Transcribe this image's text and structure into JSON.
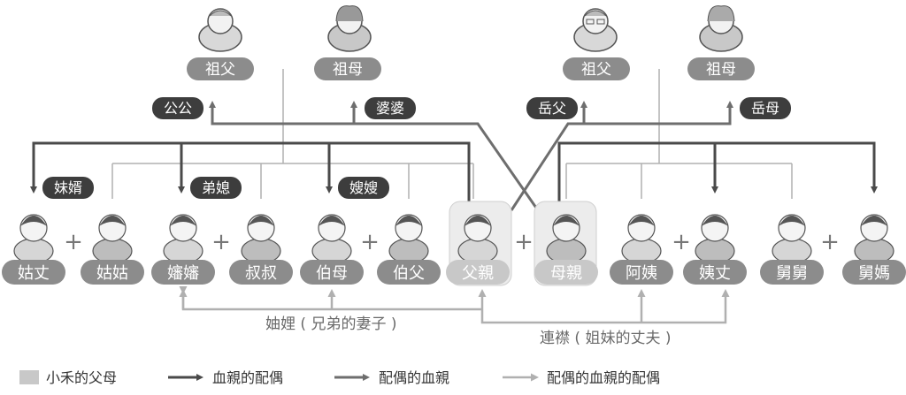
{
  "colors": {
    "pill_gray": "#8c8c8c",
    "pill_dark": "#3d3d3d",
    "pill_light": "#c8c8c8",
    "arrow_dark": "#4a4a4a",
    "arrow_mid": "#6e6e6e",
    "arrow_light": "#b0b0b0",
    "caption": "#6a6a6a"
  },
  "grandparents": {
    "paternal_grandfather": "祖父",
    "paternal_grandmother": "祖母",
    "maternal_grandfather": "祖父",
    "maternal_grandmother": "祖母"
  },
  "in_law_terms": {
    "gonggong": "公公",
    "popo": "婆婆",
    "yuefu": "岳父",
    "yuemu": "岳母"
  },
  "spouse_terms": {
    "meixu": "妹婿",
    "dixi": "弟媳",
    "saosao": "嫂嫂"
  },
  "people": [
    {
      "label": "姑丈",
      "style": "gray"
    },
    {
      "label": "姑姑",
      "style": "gray"
    },
    {
      "label": "嬸嬸",
      "style": "gray"
    },
    {
      "label": "叔叔",
      "style": "gray"
    },
    {
      "label": "伯母",
      "style": "gray"
    },
    {
      "label": "伯父",
      "style": "gray"
    },
    {
      "label": "父親",
      "style": "light"
    },
    {
      "label": "母親",
      "style": "light"
    },
    {
      "label": "阿姨",
      "style": "gray"
    },
    {
      "label": "姨丈",
      "style": "gray"
    },
    {
      "label": "舅舅",
      "style": "gray"
    },
    {
      "label": "舅媽",
      "style": "gray"
    }
  ],
  "plus_sign": "+",
  "captions": {
    "zhouli": "妯娌 ( 兄弟的妻子 )",
    "lianjin": "連襟 ( 姐妹的丈夫 )"
  },
  "legend": {
    "parents": "小禾的父母",
    "blood_spouse": "血親的配偶",
    "spouse_blood": "配偶的血親",
    "spouse_blood_spouse": "配偶的血親的配偶"
  }
}
